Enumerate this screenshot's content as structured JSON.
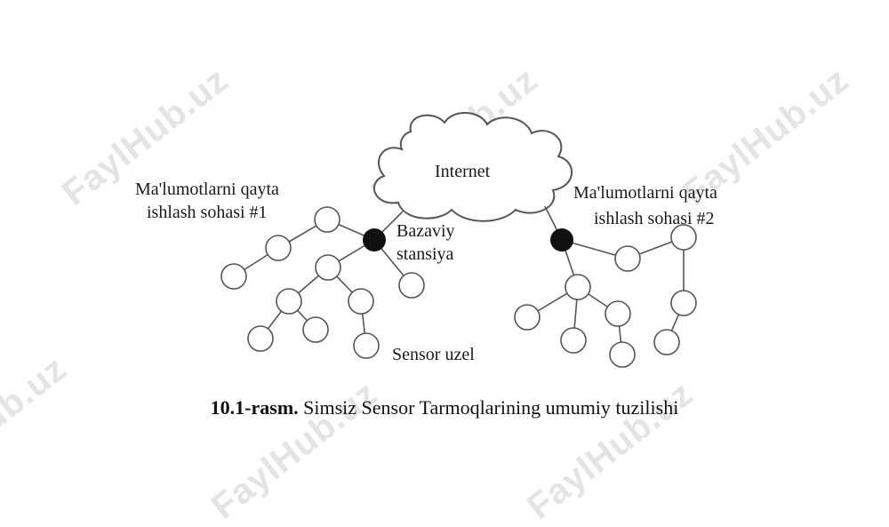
{
  "watermark": {
    "text": "FaylHub.uz"
  },
  "labels": {
    "domain1_line1": "Ma'lumotlarni qayta",
    "domain1_line2": "ishlash sohasi #1",
    "domain2_line1": "Ma'lumotlarni qayta",
    "domain2_line2": "ishlash sohasi #2",
    "internet": "Internet",
    "base_station_line1": "Bazaviy",
    "base_station_line2": "stansiya",
    "sensor_node": "Sensor uzel"
  },
  "caption": {
    "number": "10.1-rasm.",
    "text": "Simsiz Sensor Tarmoqlarining umumiy tuzilishi"
  },
  "colors": {
    "line": "#555555",
    "node_fill": "#ffffff",
    "base_station_fill": "#111111",
    "text": "#1a1a1a",
    "watermark": "#e4e4e4"
  }
}
